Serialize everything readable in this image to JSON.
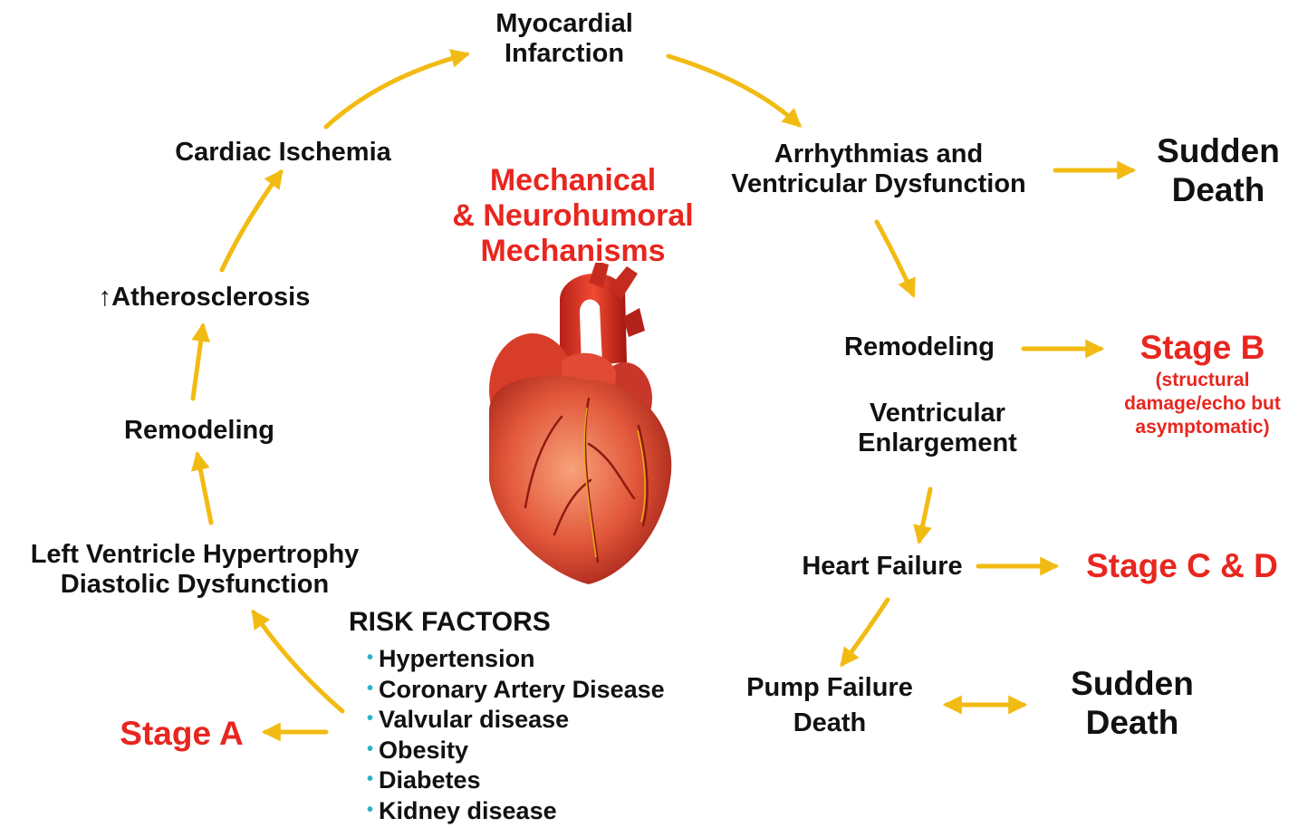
{
  "cycle": {
    "myocardial_infarction": [
      "Myocardial",
      "Infarction"
    ],
    "arrhythmias": [
      "Arrhythmias and",
      "Ventricular Dysfunction"
    ],
    "sudden_death_top": [
      "Sudden",
      "Death"
    ],
    "remodeling_right": "Remodeling",
    "ventricular_enlargement": [
      "Ventricular",
      "Enlargement"
    ],
    "heart_failure": "Heart Failure",
    "pump_failure": [
      "Pump Failure",
      "Death"
    ],
    "sudden_death_bottom": [
      "Sudden",
      "Death"
    ],
    "cardiac_ischemia": "Cardiac Ischemia",
    "atherosclerosis": "↑Atherosclerosis",
    "remodeling_left": "Remodeling",
    "lvh": [
      "Left Ventricle Hypertrophy",
      "Diastolic Dysfunction"
    ]
  },
  "center": {
    "mechanisms": [
      "Mechanical",
      "& Neurohumoral",
      "Mechanisms"
    ]
  },
  "stages": {
    "stage_a": "Stage A",
    "stage_b": "Stage B",
    "stage_b_note": [
      "(structural",
      "damage/echo but",
      "asymptomatic)"
    ],
    "stage_cd": "Stage C & D"
  },
  "risk_factors": {
    "title": "RISK FACTORS",
    "items": [
      "Hypertension",
      "Coronary Artery Disease",
      "Valvular disease",
      "Obesity",
      "Diabetes",
      "Kidney disease"
    ]
  },
  "colors": {
    "arrow": "#f2bb13",
    "red_text": "#e8261f",
    "bullet": "#2ab3c6"
  }
}
